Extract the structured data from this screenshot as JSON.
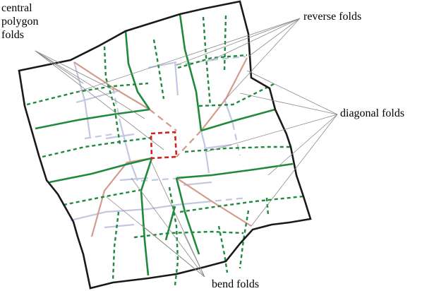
{
  "labels": {
    "central_polygon": [
      "central",
      "polygon",
      "folds"
    ],
    "reverse": "reverse folds",
    "diagonal": "diagonal folds",
    "bend": "bend folds"
  },
  "colors": {
    "outline": "#1a1a1a",
    "mountain": "#1f8a3c",
    "valley": "#1f8a3c",
    "reverse": "#c3c8e2",
    "diagonal": "#d49a8c",
    "central": "#d42020",
    "leader": "#777777"
  }
}
